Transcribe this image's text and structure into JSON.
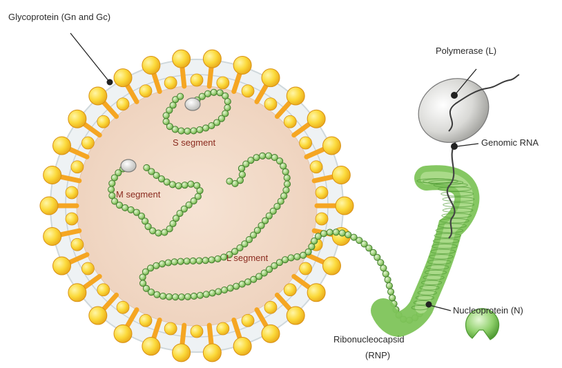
{
  "labels": {
    "glycoprotein": "Glycoprotein (Gn and Gc)",
    "polymerase": "Polymerase (L)",
    "genomic_rna": "Genomic RNA",
    "s_segment": "S segment",
    "m_segment": "M segment",
    "l_segment": "L segment",
    "ribonucleocapsid": "Ribonucleocapsid",
    "rnp": "(RNP)",
    "nucleoprotein": "Nucleoprotein (N)"
  },
  "colors": {
    "spike_head": "#fbd93a",
    "spike_stalk": "#f5a623",
    "membrane": "#e6ebee",
    "interior": "#f3dccb",
    "bead_fill": "#9ed07a",
    "bead_stroke": "#3f7a2b",
    "polymerase": "#d9d9d6",
    "nucleoprotein": "#8fd06b",
    "leader": "#222222",
    "segment_text": "#8a2a1e"
  },
  "icons": [
    "virion",
    "polymerase-blob",
    "nucleoprotein-subunit"
  ]
}
